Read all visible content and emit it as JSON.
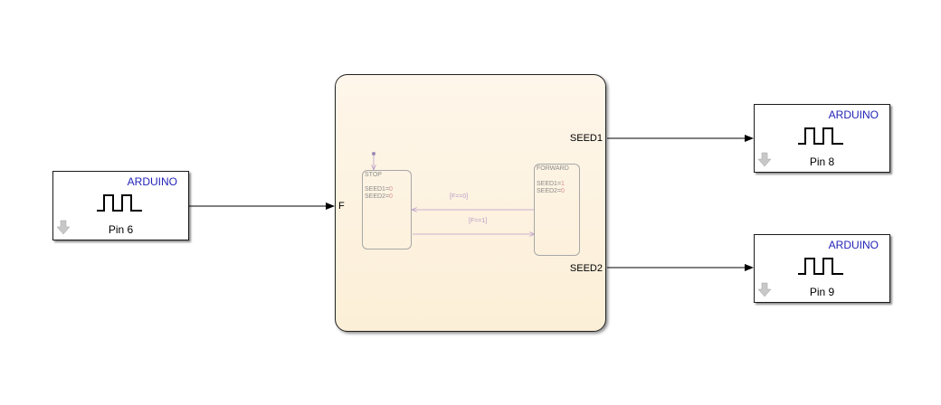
{
  "input_block": {
    "brand": "ARDUINO",
    "pin": "Pin 6",
    "icon": "square-wave-icon"
  },
  "output_block_1": {
    "brand": "ARDUINO",
    "pin": "Pin 8",
    "icon": "square-wave-icon"
  },
  "output_block_2": {
    "brand": "ARDUINO",
    "pin": "Pin 9",
    "icon": "square-wave-icon"
  },
  "chart": {
    "input_port": "F",
    "output_ports": [
      "SEED1",
      "SEED2"
    ],
    "states": [
      {
        "name": "STOP",
        "actions": [
          {
            "var": "SEED1=",
            "val": "0"
          },
          {
            "var": "SEED2=",
            "val": "0"
          }
        ]
      },
      {
        "name": "FORWARD",
        "actions": [
          {
            "var": "SEED1=",
            "val": "1"
          },
          {
            "var": "SEED2=",
            "val": "0"
          }
        ]
      }
    ],
    "transitions": [
      "[F==0]",
      "[F==1]"
    ]
  },
  "colors": {
    "brand_text": "#1f1fb8",
    "chart_fill": "#fcefd7",
    "transition": "#b89cc8",
    "action_value": "#d49090"
  }
}
